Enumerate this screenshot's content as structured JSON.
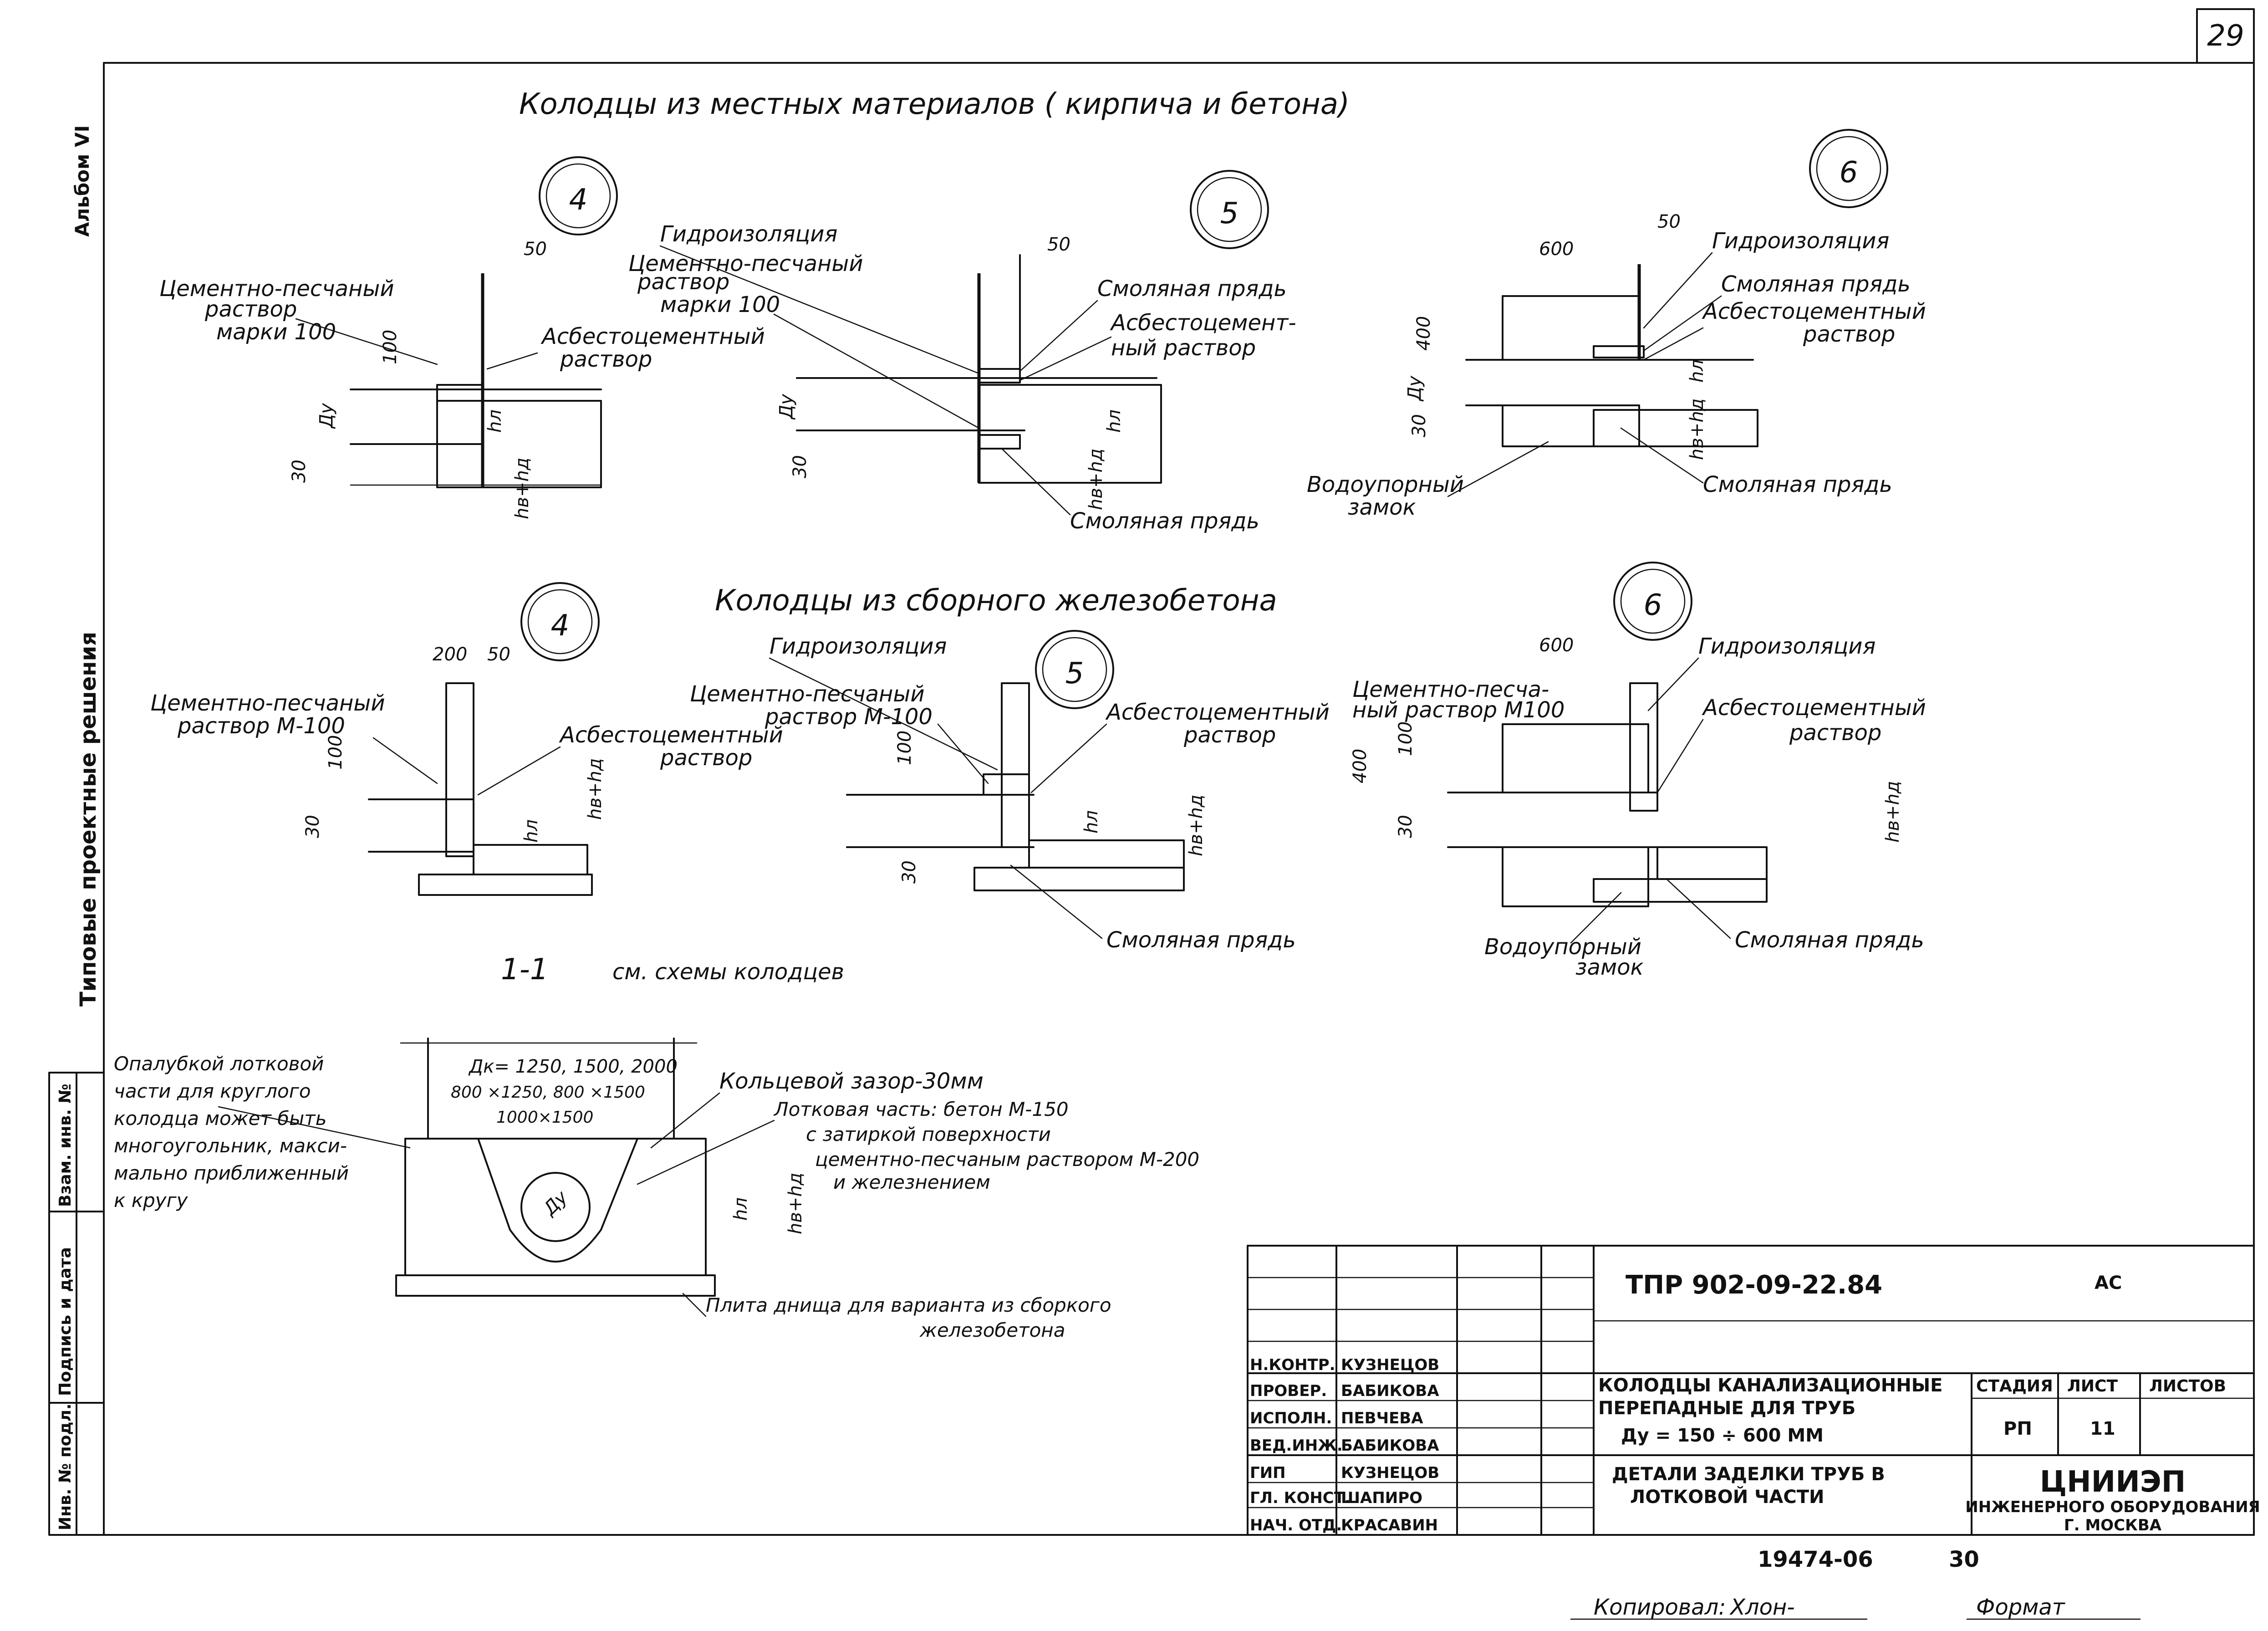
{
  "sheet": {
    "page_number": "29",
    "album_label": "Альбом VI",
    "series_label": "Типовые проектные решения",
    "left_stamp": [
      "Инв. № подл.",
      "Подпись и дата",
      "Взам. инв. №"
    ]
  },
  "sections": {
    "local_materials_title": "Колодцы из местных материалов ( кирпича и бетона)",
    "precast_title": "Колодцы из сборного железобетона",
    "section_1_1": "1-1",
    "see_schemes": "см. схемы колодцев"
  },
  "detail_numbers": [
    "4",
    "5",
    "6",
    "4",
    "5",
    "6"
  ],
  "labels": {
    "cement_sand_mortar_100": [
      "Цементно-песчаный",
      "раствор",
      "марки 100"
    ],
    "cement_sand_mortar_100_b": [
      "Цементно-песчаный",
      "раствор",
      "марки 100"
    ],
    "cement_sand_mortar_m100": [
      "Цементно-песчаный",
      "раствор М-100"
    ],
    "cement_sand_mortar_m100_b": [
      "Цементно-песчаный",
      "раствор М-100"
    ],
    "cement_sand_mortar_m100_c": [
      "Цементно-песча-",
      "ный раствор М100"
    ],
    "waterproofing": "Гидроизоляция",
    "resin_strand": "Смоляная прядь",
    "asbestos_cement_mortar": [
      "Асбестоцементный",
      "раствор"
    ],
    "asbestos_cement_mortar_split": [
      "Асбестоцемент-",
      "ный раствор"
    ],
    "water_lock": [
      "Водоупорный",
      "замок"
    ],
    "formwork_note": [
      "Опалубкой лотковой",
      "части для круглого",
      "колодца может быть",
      "многоугольник, макси-",
      "мально приближенный",
      "к кругу"
    ],
    "dk_sizes": [
      "Дк= 1250, 1500, 2000",
      "800 ×1250, 800 ×1500",
      "1000×1500"
    ],
    "ring_gap": "Кольцевой зазор-30мм",
    "tray_part": [
      "Лотковая часть: бетон М-150",
      "с затиркой поверхности",
      "цементно-песчаным раствором М-200",
      "и железнением"
    ],
    "bottom_slab": [
      "Плита днища для варианта из сборкого",
      "железобетона"
    ]
  },
  "dimensions": {
    "d50": "50",
    "d100": "100",
    "d30": "30",
    "d200": "200",
    "d400": "400",
    "d600": "600",
    "du": "Ду",
    "dk": "Дк",
    "hl": "hл",
    "hv_hd": "hв+hд"
  },
  "title_block": {
    "doc_code": "ТПР 902-09-22.84",
    "doc_mark": "АС",
    "roles": [
      "Н.КОНТР.",
      "ПРОВЕР.",
      "ИСПОЛН.",
      "ВЕД.ИНЖ.",
      "ГИП",
      "ГЛ. КОНСТ.",
      "НАЧ. ОТД."
    ],
    "names": [
      "КУЗНЕЦОВ",
      "БАБИКОВА",
      "ПЕВЧЕВА",
      "БАБИКОВА",
      "КУЗНЕЦОВ",
      "ШАПИРО",
      "КРАСАВИН"
    ],
    "object_title": [
      "КОЛОДЦЫ КАНАЛИЗАЦИОННЫЕ",
      "ПЕРЕПАДНЫЕ ДЛЯ ТРУБ",
      "Ду = 150 ÷ 600 ММ"
    ],
    "sheet_title": [
      "ДЕТАЛИ ЗАДЕЛКИ ТРУБ В",
      "ЛОТКОВОЙ ЧАСТИ"
    ],
    "stage_header": "СТАДИЯ",
    "sheet_header": "ЛИСТ",
    "sheets_header": "ЛИСТОВ",
    "stage_value": "РП",
    "sheet_value": "11",
    "org": [
      "ЦНИИЭП",
      "ИНЖЕНЕРНОГО ОБОРУДОВАНИЯ",
      "Г. МОСКВА"
    ]
  },
  "footer": {
    "inventory": "19474-06",
    "inventory_page": "30",
    "copied": "Копировал:",
    "copied_sign": "Хлон-",
    "format": "Формат"
  }
}
